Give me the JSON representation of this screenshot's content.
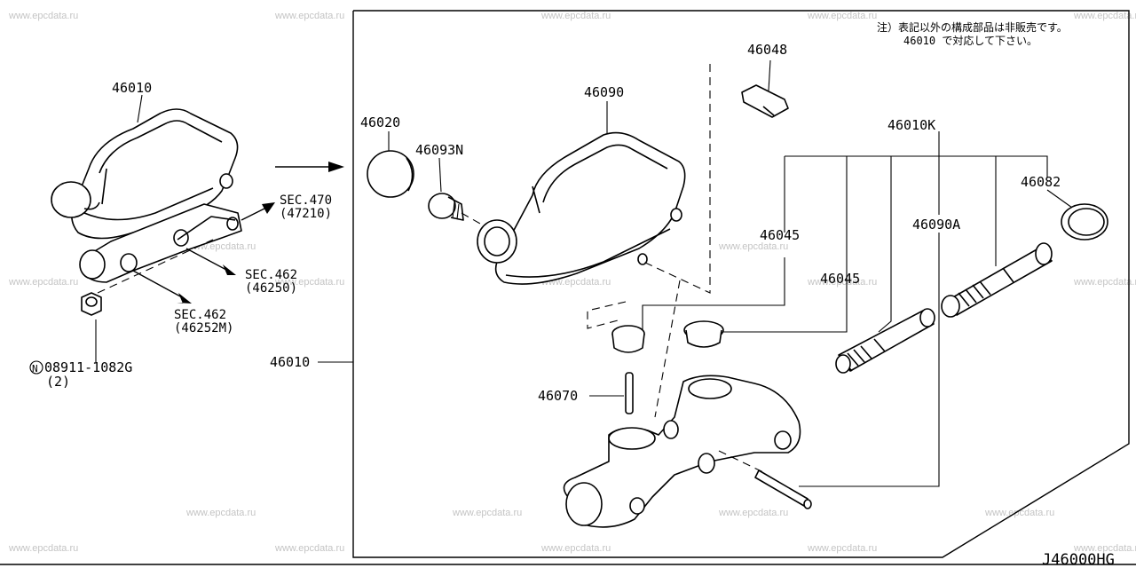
{
  "watermark": "www.epcdata.ru",
  "note": {
    "line1": "注）表記以外の構成部品は非販売です。",
    "line2": "46010 で対応して下さい。"
  },
  "reference_code": "J46000HG",
  "labels": {
    "left_assembly": "46010",
    "sec470": "SEC.470",
    "sec470_sub": "(47210)",
    "sec462_a": "SEC.462",
    "sec462_a_sub": "(46250)",
    "sec462_b": "SEC.462",
    "sec462_b_sub": "(46252M)",
    "nut": "08911-1082G",
    "nut_prefix": "N",
    "nut_qty": "(2)",
    "box_assembly": "46010",
    "cap": "46020",
    "strainer": "46093N",
    "reservoir": "46090",
    "sensor": "46048",
    "kit": "46010K",
    "grommet1": "46045",
    "grommet2": "46045",
    "piston_kit": "46090A",
    "seal": "46082",
    "pin": "46070"
  }
}
